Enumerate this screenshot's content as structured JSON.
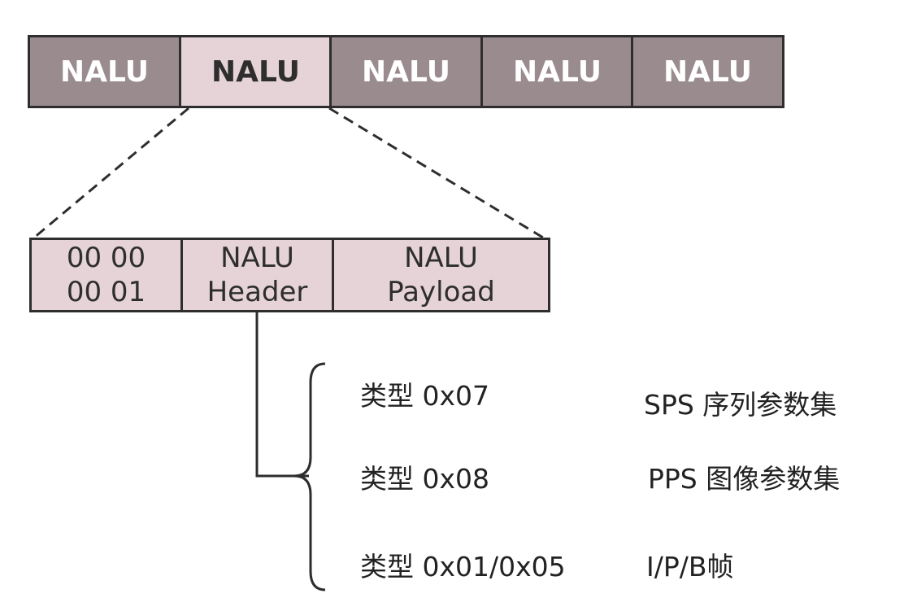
{
  "stream": {
    "units": [
      "NALU",
      "NALU",
      "NALU",
      "NALU",
      "NALU"
    ],
    "highlighted_index": 1
  },
  "nalu_structure": {
    "start_code": [
      "00 00",
      "00 01"
    ],
    "header": [
      "NALU",
      "Header"
    ],
    "payload": [
      "NALU",
      "Payload"
    ]
  },
  "types": [
    {
      "code": "类型 0x07",
      "meaning": "SPS 序列参数集"
    },
    {
      "code": "类型 0x08",
      "meaning": "PPS 图像参数集"
    },
    {
      "code": "类型 0x01/0x05",
      "meaning": "I/P/B帧"
    }
  ],
  "colors": {
    "unit_fill": "#9a8b8f",
    "highlight_fill": "#e6d3d7",
    "border": "#2e2e2e"
  }
}
